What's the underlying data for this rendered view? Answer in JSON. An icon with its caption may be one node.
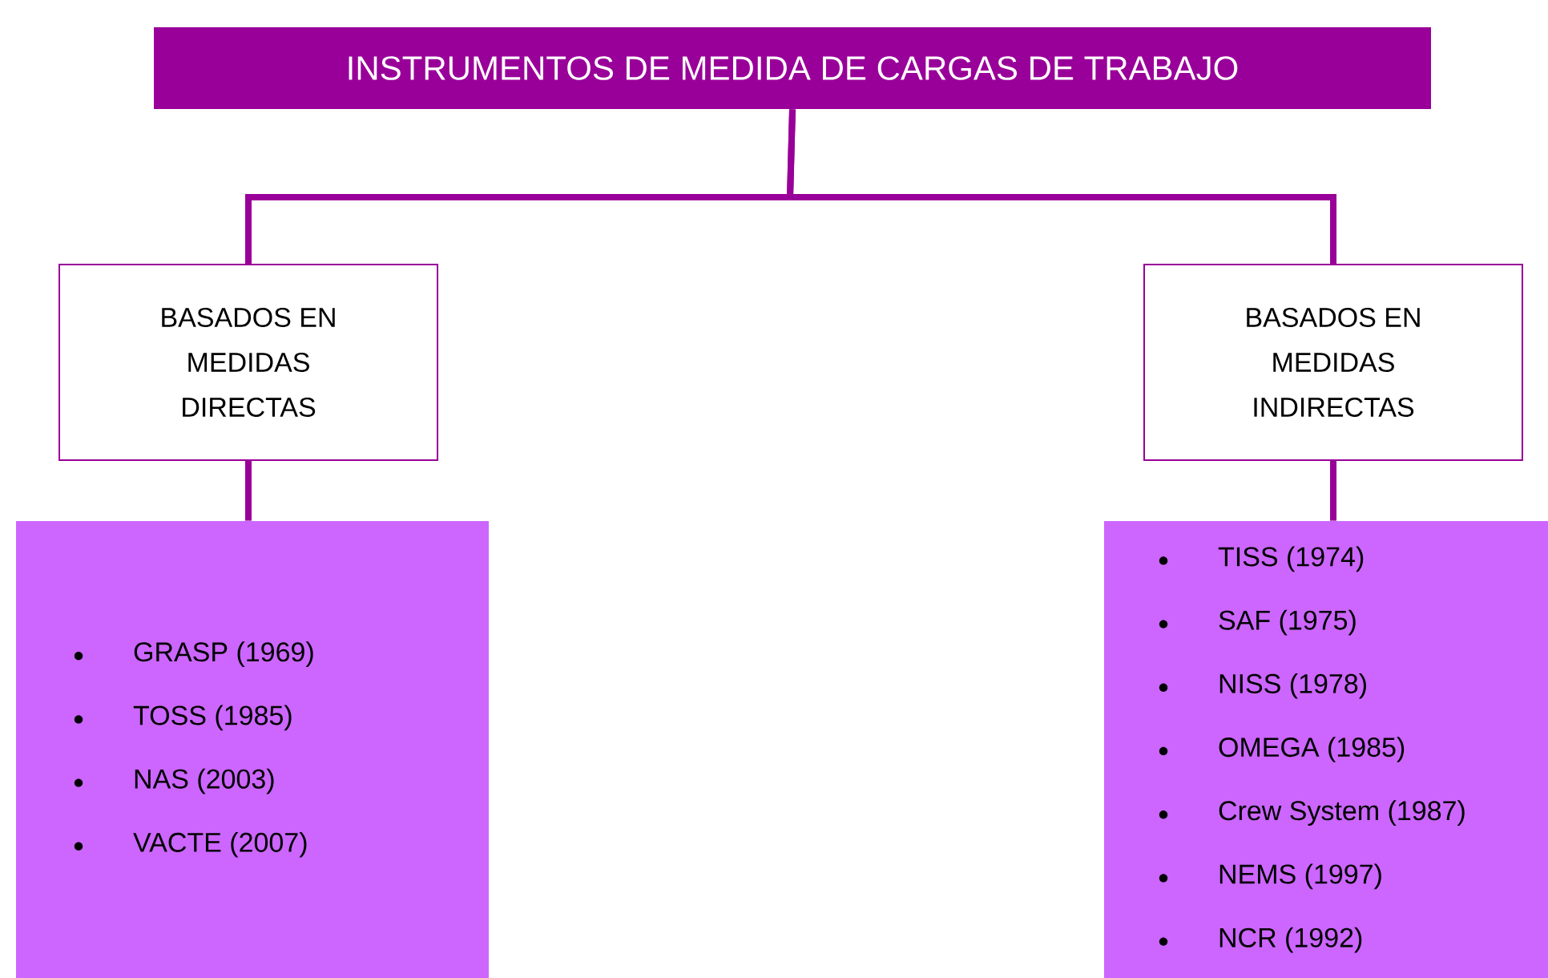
{
  "diagram": {
    "title": "INSTRUMENTOS DE MEDIDA DE CARGAS DE TRABAJO",
    "nodes": [
      {
        "text": [
          "BASADOS EN MEDIDAS DIRECTAS"
        ]
      },
      {
        "text": [
          "BASADOS EN MEDIDAS INDIRECTAS"
        ]
      },
      {
        "text": [
          "GRASP (1969)",
          "TOSS (1985)",
          "NAS (2003)",
          "VACTE (2007)"
        ]
      },
      {
        "text": [
          "TISS (1974)",
          "SAF (1975)",
          "NISS (1978)",
          "OMEGA (1985)",
          "Crew System (1987)",
          "NEMS (1997)",
          "NCR (1992)"
        ]
      }
    ],
    "edges": [
      {
        "from": null,
        "to": 0,
        "arrow": "none"
      },
      {
        "from": null,
        "to": 1,
        "arrow": "none"
      },
      {
        "from": 0,
        "to": 2,
        "arrow": "none"
      },
      {
        "from": 1,
        "to": 3,
        "arrow": "none"
      }
    ]
  }
}
